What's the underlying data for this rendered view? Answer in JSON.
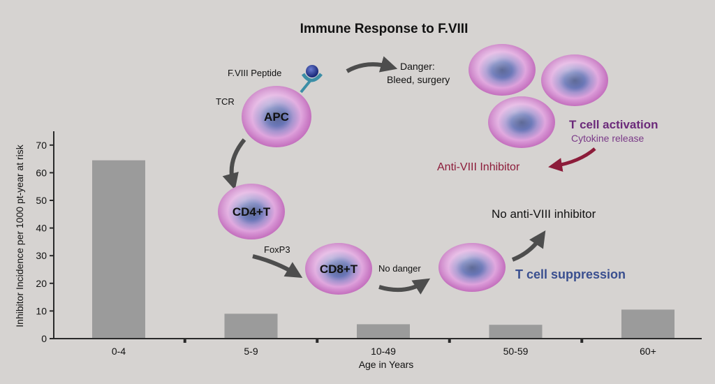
{
  "diagram": {
    "title": "Immune Response to F.VIII",
    "peptide_label": "F.VIII Peptide",
    "tcr_label": "TCR",
    "apc_label": "APC",
    "danger_label_1": "Danger:",
    "danger_label_2": "Bleed, surgery",
    "t_activation_label": "T cell activation",
    "cytokine_label": "Cytokine release",
    "anti_viii_label": "Anti-VIII Inhibitor",
    "cd4_label": "CD4+T",
    "foxp3_label": "FoxP3",
    "cd8_label": "CD8+T",
    "no_danger_label": "No danger",
    "t_suppression_label": "T cell suppression",
    "no_inhibitor_label": "No anti-VIII inhibitor",
    "colors": {
      "background": "#d6d3d1",
      "bar": "#9b9b9b",
      "axis": "#2a2a2a",
      "arrow": "#4d4d4d",
      "inhibitor_arrow": "#8c1c3a",
      "cell_outer": "#d98fd6",
      "cell_nucleus": "#3f4f9e"
    }
  },
  "chart_data": {
    "type": "bar",
    "categories": [
      "0-4",
      "5-9",
      "10-49",
      "50-59",
      "60+"
    ],
    "values": [
      64.5,
      9,
      5.2,
      5,
      10.5
    ],
    "title": "",
    "xlabel": "Age in Years",
    "ylabel": "Inhibitor Incidence per 1000 pt-year at risk",
    "ylim": [
      0,
      75
    ],
    "yticks": [
      0,
      10,
      20,
      30,
      40,
      50,
      60,
      70
    ],
    "grid": false
  }
}
